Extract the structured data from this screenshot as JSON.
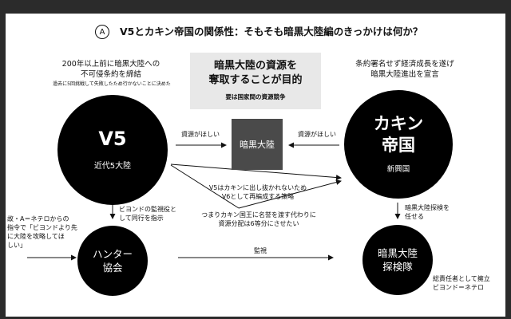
{
  "header": {
    "badge": "A",
    "title": "V5とカキン帝国の関係性：そもそも暗黒大陸編のきっかけは何か？"
  },
  "banner": {
    "line1": "暗黒大陸の資源を",
    "line2": "奪取することが目的",
    "sub": "要は国家間の資源競争"
  },
  "v5": {
    "note_line1": "200年以上前に暗黒大陸への",
    "note_line2": "不可侵条約を締結",
    "note_small": "過去に5回挑戦して失敗したため行かないことに決めた",
    "name": "V5",
    "sub": "近代5大陸"
  },
  "kakin": {
    "note_line1": "条約署名せず経済成長を遂げ",
    "note_line2": "暗黒大陸進出を宣言",
    "name_line1": "カキン",
    "name_line2": "帝国",
    "sub": "新興国"
  },
  "center": {
    "label": "暗黒大陸",
    "left_arrow_label": "資源がほしい",
    "right_arrow_label": "資源がほしい"
  },
  "middle_notes": {
    "line1": "V5はカキンに出し抜かれないため",
    "line2": "V6として再編成する策略",
    "line3": "つまりカキン国王に名誉を渡す代わりに",
    "line4": "資源分配は6等分にさせたい"
  },
  "hunter": {
    "name_line1": "ハンター",
    "name_line2": "協会",
    "arrow_note_line1": "ビヨンドの監視役と",
    "arrow_note_line2": "して同行を指示",
    "left_note_line1": "故・A＝ネテロからの",
    "left_note_line2": "指令で「ビヨンドより先",
    "left_note_line3": "に大陸を攻略してほ",
    "left_note_line4": "しい」"
  },
  "expedition": {
    "name_line1": "暗黒大陸",
    "name_line2": "探検隊",
    "arrow_note_line1": "暗黒大陸探検を",
    "arrow_note_line2": "任せる",
    "bottom_note_line1": "総責任者として擁立",
    "bottom_note_line2": "ビヨンド＝ネテロ"
  },
  "surveillance_label": "監視"
}
